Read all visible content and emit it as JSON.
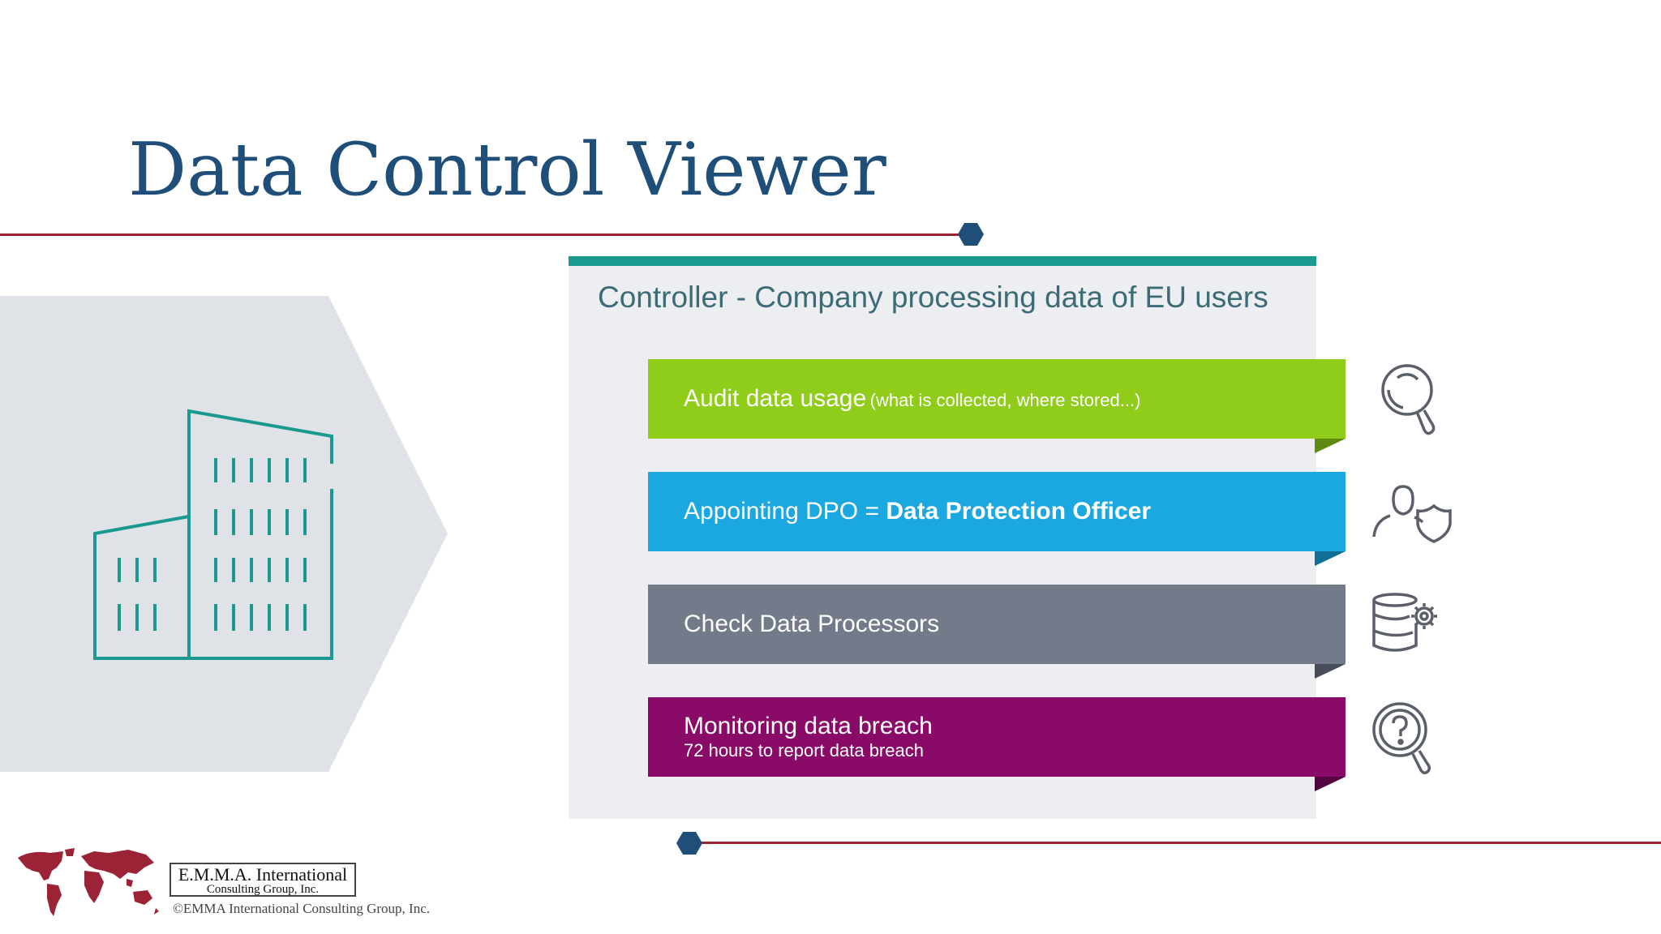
{
  "slide": {
    "title": "Data Control Viewer"
  },
  "panel": {
    "heading": "Controller - Company processing data of EU users",
    "items": [
      {
        "main": "Audit data usage",
        "detail": "(what is collected, where stored...)",
        "icon": "magnifier-icon",
        "color": "#8fcd1a"
      },
      {
        "prefix": "Appointing DPO = ",
        "strong": "Data Protection Officer",
        "icon": "user-shield-icon",
        "color": "#1ba8e0"
      },
      {
        "main": "Check Data Processors",
        "icon": "database-gear-icon",
        "color": "#737a8a"
      },
      {
        "main": "Monitoring data breach",
        "detail": "72 hours to report data breach",
        "icon": "question-magnifier-icon",
        "color": "#890b67"
      }
    ]
  },
  "footer": {
    "logo_line1": "E.M.M.A. International",
    "logo_line2": "Consulting Group, Inc.",
    "copyright": "©EMMA International Consulting Group, Inc."
  },
  "colors": {
    "title": "#1f4e79",
    "rule": "#9b2335",
    "accent_teal": "#1a9a8f",
    "map": "#9b2335"
  }
}
